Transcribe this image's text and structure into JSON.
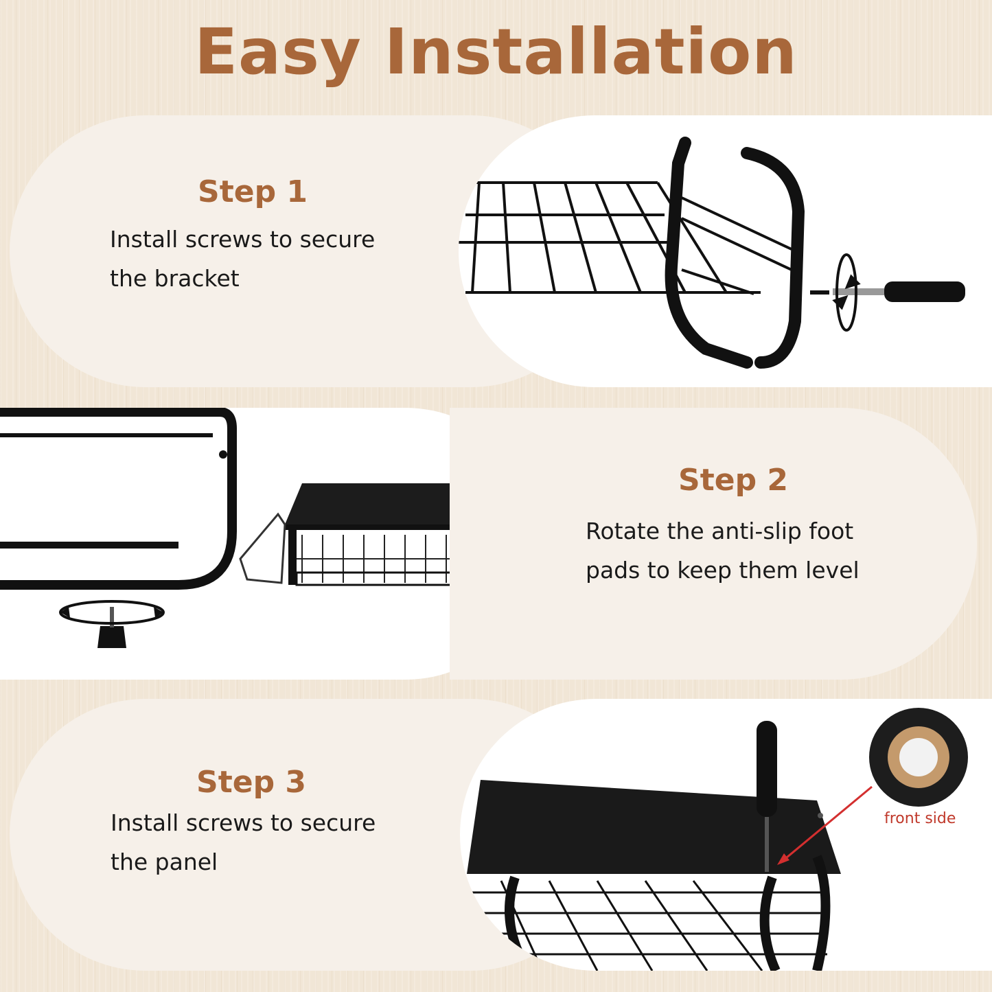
{
  "title": "Easy Installation",
  "steps": [
    {
      "title": "Step 1",
      "desc": "Install screws to secure the bracket"
    },
    {
      "title": "Step 2",
      "desc": "Rotate the anti-slip foot pads to keep them level"
    },
    {
      "title": "Step 3",
      "desc": "Install screws to secure the panel"
    }
  ],
  "front_side_label": "front side",
  "colors": {
    "accent": "#a8673a",
    "pill": "#f6f0e9",
    "arrow": "#d32f2f"
  }
}
